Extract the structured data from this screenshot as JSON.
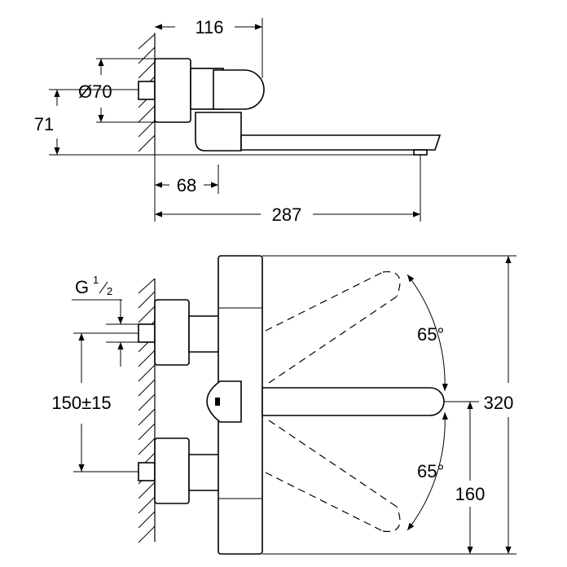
{
  "top_view": {
    "dim_width_top": "116",
    "dim_diameter": "Ø70",
    "dim_height": "71",
    "dim_offset": "68",
    "dim_length": "287"
  },
  "front_view": {
    "thread_g": "G",
    "thread_num": "1",
    "thread_den": "2",
    "dim_spacing": "150±15",
    "angle_upper": "65°",
    "angle_lower": "65°",
    "dim_total_height": "320",
    "dim_spout_height": "160"
  },
  "colors": {
    "line": "#000000",
    "background": "#ffffff"
  }
}
